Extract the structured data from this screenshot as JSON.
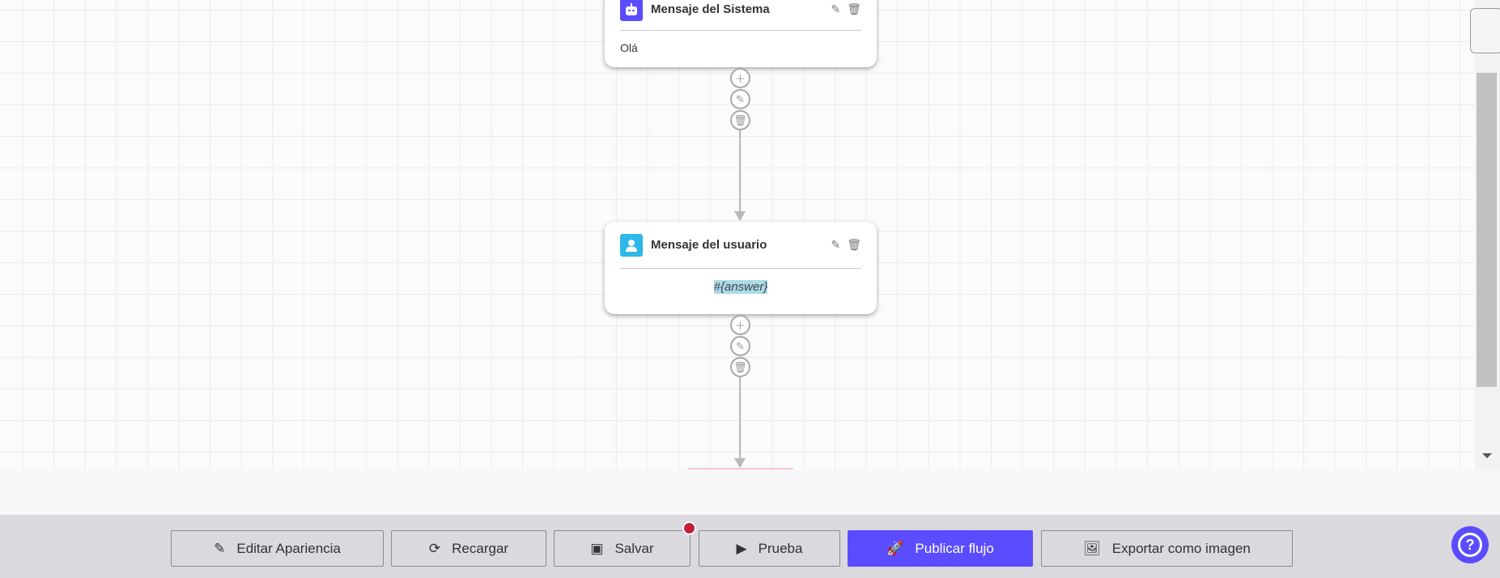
{
  "nodes": [
    {
      "title": "Mensaje del Sistema",
      "icon": "robot-icon",
      "color": "#5b4cff",
      "content": "Olá"
    },
    {
      "title": "Mensaje del usuario",
      "icon": "user-icon",
      "color": "#2cb8e8",
      "content": "#{answer}"
    }
  ],
  "toolbar": {
    "edit_appearance": "Editar Apariencia",
    "reload": "Recargar",
    "save": "Salvar",
    "test": "Prueba",
    "publish": "Publicar flujo",
    "export": "Exportar como imagen"
  },
  "colors": {
    "accent": "#5b4cff",
    "unsaved_dot": "#c0203a"
  }
}
